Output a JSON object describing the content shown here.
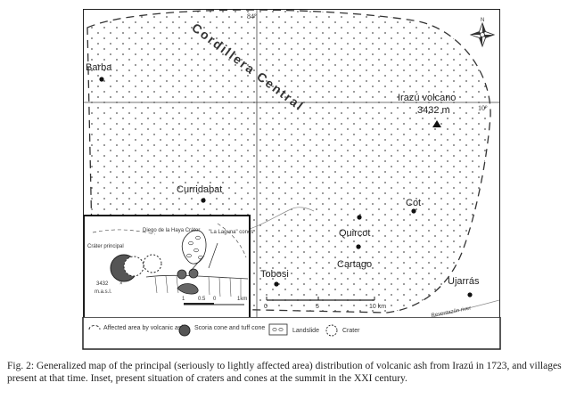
{
  "map": {
    "places": {
      "barba": "Barba",
      "curridabat": "Curridabat",
      "cot": "Cot",
      "quircot": "Quircot",
      "cartago": "Cartago",
      "tobosi": "Tobosi",
      "ujarras": "Ujarrás"
    },
    "volcano": {
      "name": "Irazú volcano",
      "elevation": "3432 m"
    },
    "range_label": "Cordillera Central",
    "river_label": "Reventazón river",
    "coords": {
      "longitude": "84º",
      "latitude": "10º"
    },
    "compass": {
      "north": "N"
    },
    "scale": {
      "labels": [
        "0",
        "5",
        "10 km"
      ]
    },
    "inset": {
      "labels": {
        "crater_principal": "Cráter principal",
        "diego_de_la_haya": "Diego de la Haya Cráter",
        "la_laguna": "\"La Laguna\" cones",
        "elevation": "3432",
        "elevation_unit": "m.a.s.l."
      },
      "scale": {
        "labels": [
          "1",
          "0.5",
          "0",
          "1km"
        ]
      }
    },
    "legend": {
      "ash": "Affected area by volcanic ash",
      "scoria": "Scoria cone and tuff cone",
      "landslide": "Landslide",
      "crater": "Crater"
    }
  },
  "caption": "Fig. 2: Generalized map of the principal (seriously to lightly affected area) distribution of volcanic ash from Irazú in 1723, and villages present at that time. Inset, present situation of craters and cones at the summit in the XXI century."
}
